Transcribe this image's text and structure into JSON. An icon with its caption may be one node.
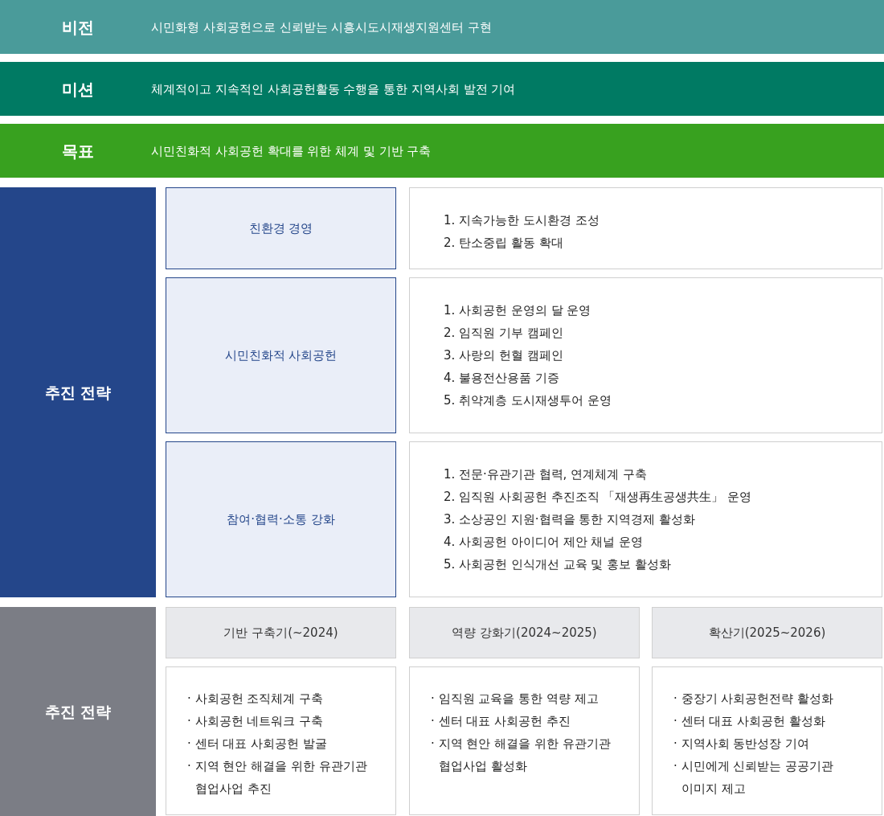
{
  "diagram": {
    "nodes": [
      {
        "text": [
          "비전",
          "시민화형 사회공헌으로 신뢰받는 시흥시도시재생지원센터 구현"
        ]
      },
      {
        "text": [
          "미션",
          "체계적이고 지속적인 사회공헌활동 수행을 통한 지역사회 발전 기여"
        ]
      },
      {
        "text": [
          "목표",
          "시민친화적 사회공헌 확대를 위한 체계 및 기반 구축"
        ]
      },
      {
        "text": [
          "추진 전략"
        ]
      },
      {
        "text": [
          "친환경 경영"
        ]
      },
      {
        "text": [
          "1. 지속가능한 도시환경 조성",
          "2. 탄소중립 활동 확대"
        ]
      },
      {
        "text": [
          "시민친화적 사회공헌"
        ]
      },
      {
        "text": [
          "1. 사회공헌 운영의 달 운영",
          "2. 임직원 기부 캠페인",
          "3. 사랑의 헌혈 캠페인",
          "4. 불용전산용품 기증",
          "5. 취약계층 도시재생투어 운영"
        ]
      },
      {
        "text": [
          "참여·협력·소통 강화"
        ]
      },
      {
        "text": [
          "1. 전문·유관기관 협력, 연계체계 구축",
          "2. 임직원 사회공헌 추진조직 「재생再生공생共生」 운영",
          "3. 소상공인 지원·협력을 통한 지역경제 활성화",
          "4. 사회공헌 아이디어 제안 채널 운영",
          "5. 사회공헌 인식개선 교육 및 홍보 활성화"
        ]
      },
      {
        "text": [
          "추진 전략"
        ]
      },
      {
        "text": [
          "기반 구축기(~2024)"
        ]
      },
      {
        "text": [
          "역량 강화기(2024~2025)"
        ]
      },
      {
        "text": [
          "확산기(2025~2026)"
        ]
      },
      {
        "text": [
          "· 사회공헌 조직체계 구축",
          "· 사회공헌 네트워크 구축",
          "· 센터 대표 사회공헌 발굴",
          "· 지역 현안 해결을 위한 유관기관 협업사업 추진"
        ]
      },
      {
        "text": [
          "· 임직원 교육을 통한 역량 제고",
          "· 센터 대표 사회공헌 추진",
          "· 지역 현안 해결을 위한 유관기관 협업사업 활성화"
        ]
      },
      {
        "text": [
          "· 중장기 사회공헌전략 활성화",
          "· 센터 대표 사회공헌 활성화",
          "· 지역사회 동반성장 기여",
          "· 시민에게 신뢰받는 공공기관 이미지 제고"
        ]
      }
    ]
  }
}
